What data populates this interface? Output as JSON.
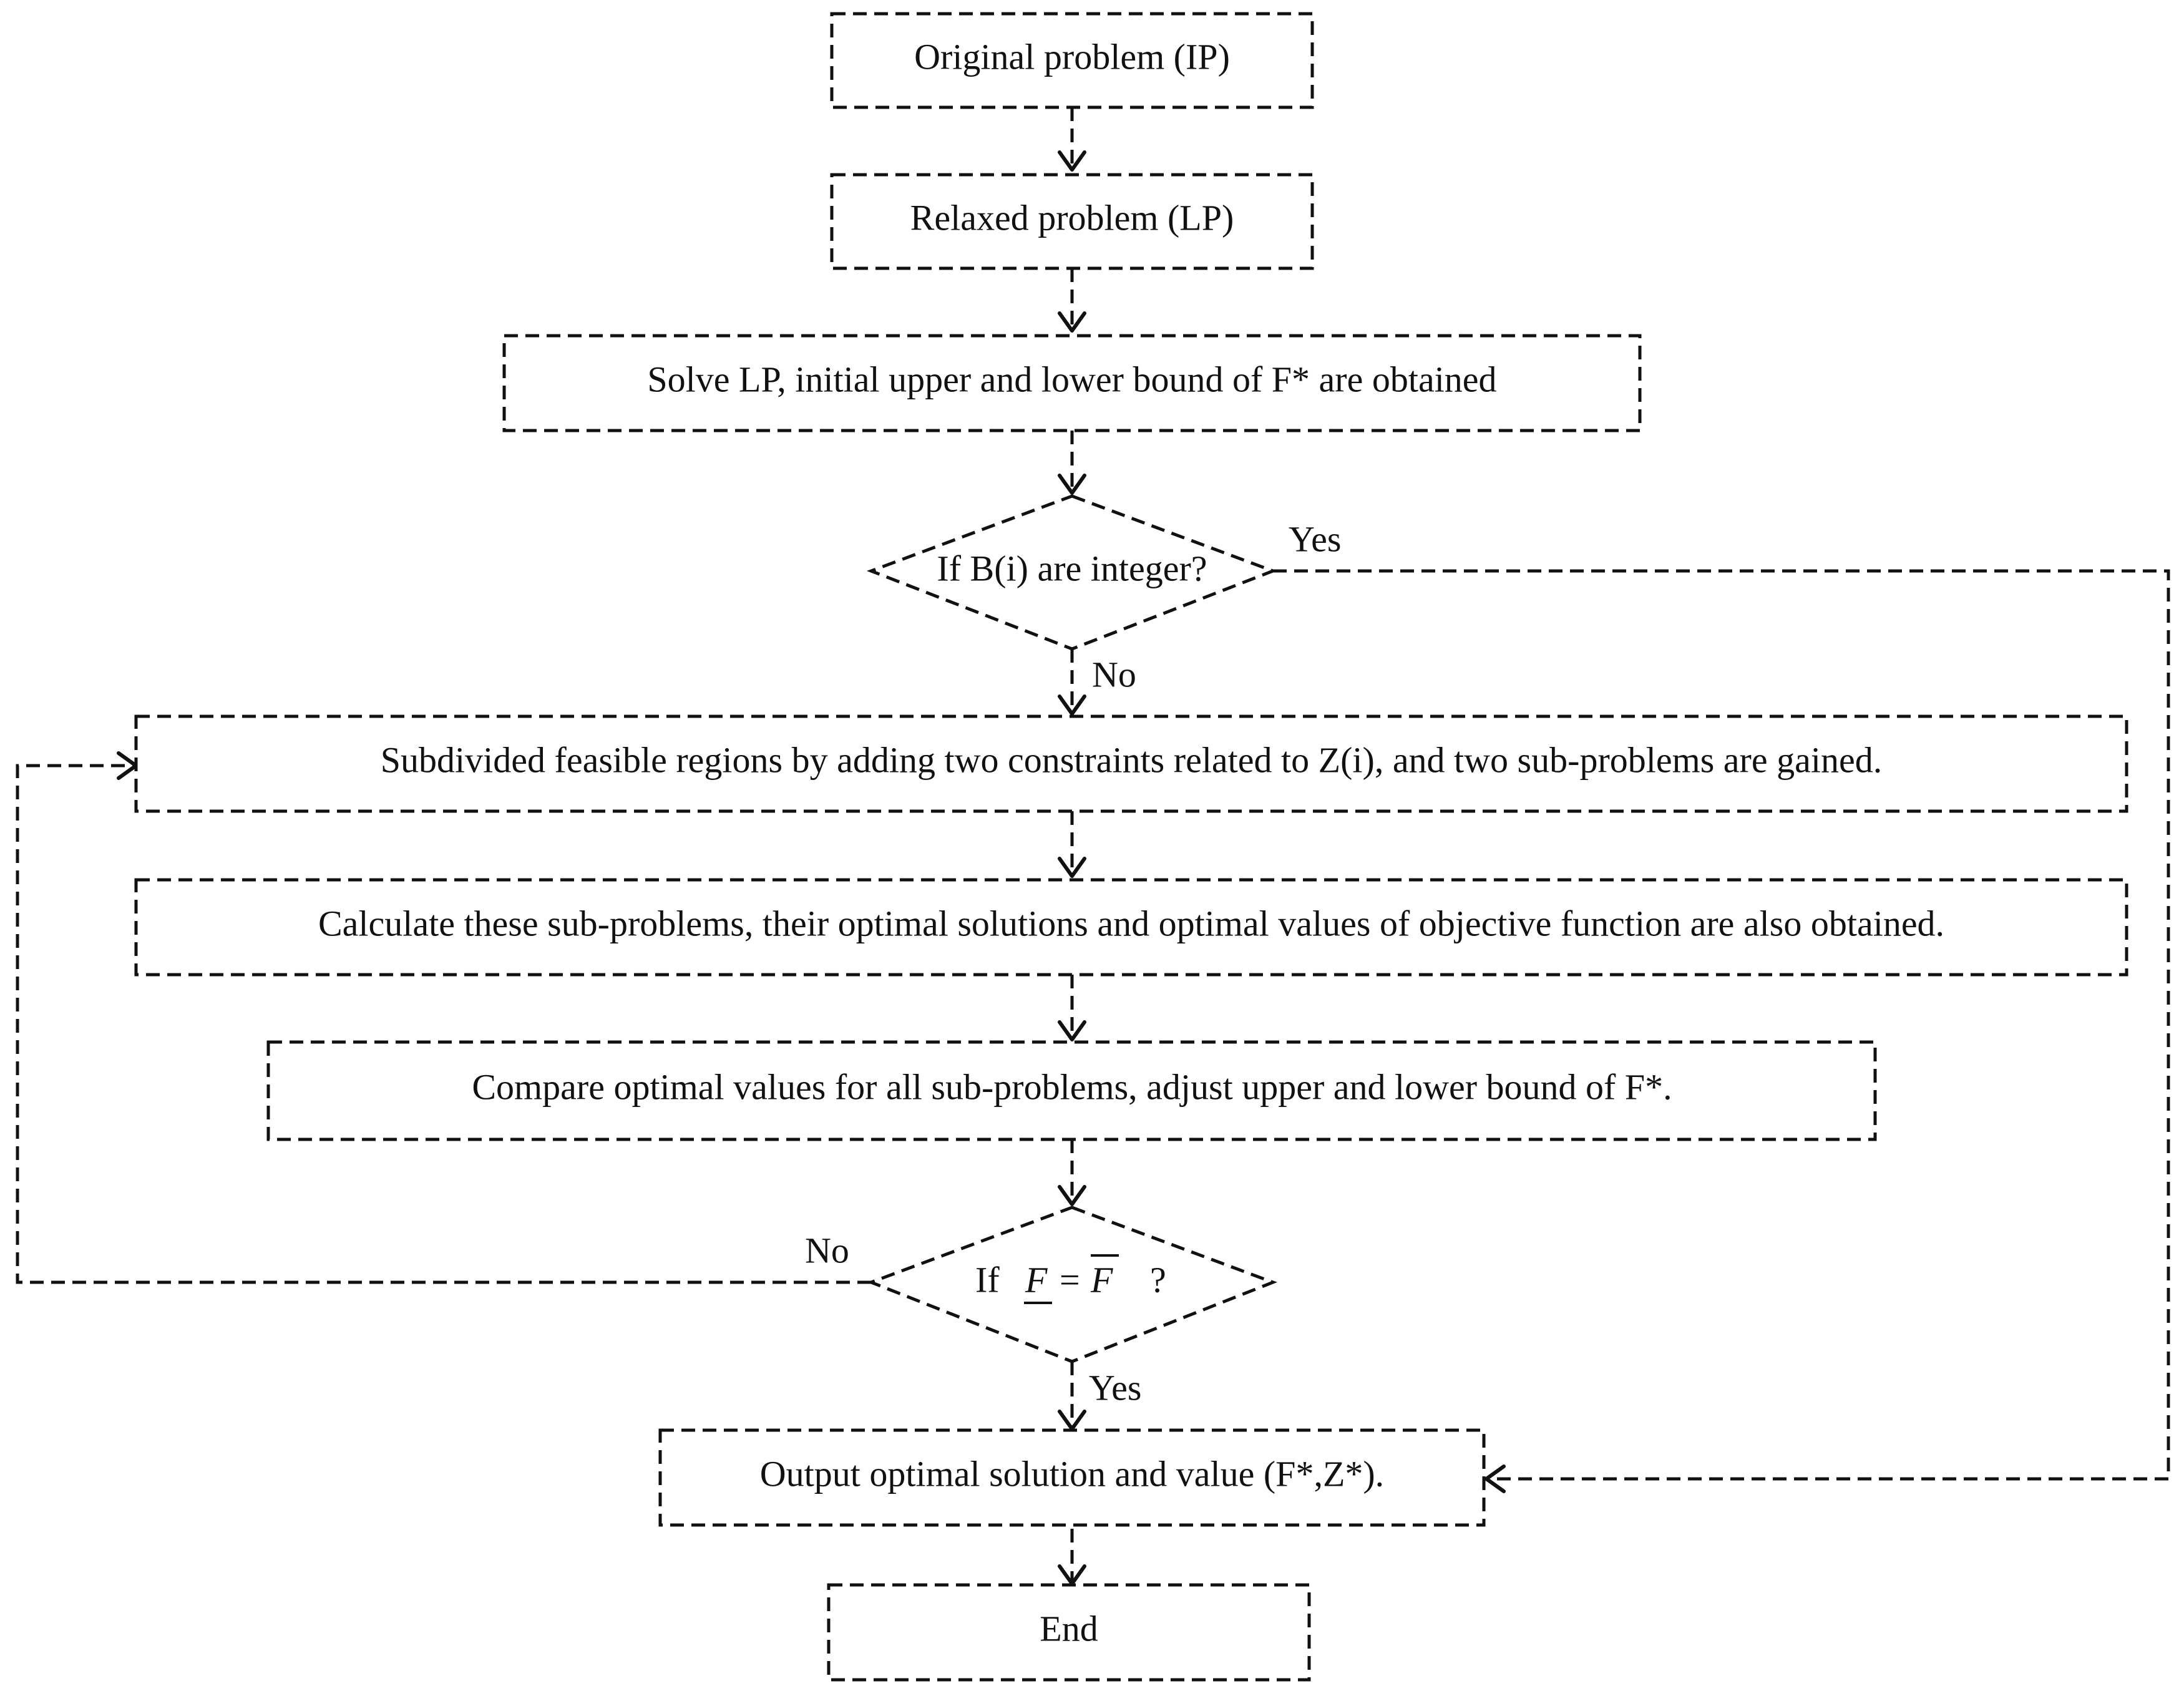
{
  "nodes": {
    "original_problem": "Original problem (IP)",
    "relaxed_problem": "Relaxed problem (LP)",
    "solve_lp": "Solve LP, initial upper and lower bound of F* are obtained",
    "decision_integer": "If B(i) are integer?",
    "subdivide": "Subdivided feasible regions by adding two constraints related to Z(i), and two sub-problems are gained.",
    "calculate": "Calculate these sub-problems, their optimal solutions and optimal values of objective function are also obtained.",
    "compare": "Compare optimal values for all sub-problems, adjust upper and lower bound of F*.",
    "decision_bounds": {
      "prefix": "If",
      "lower": "F",
      "equals": "=",
      "upper": "F",
      "suffix": "?"
    },
    "output": "Output optimal solution and value (F*,Z*).",
    "end": "End"
  },
  "edge_labels": {
    "integer_yes": "Yes",
    "integer_no": "No",
    "bounds_no": "No",
    "bounds_yes": "Yes"
  }
}
